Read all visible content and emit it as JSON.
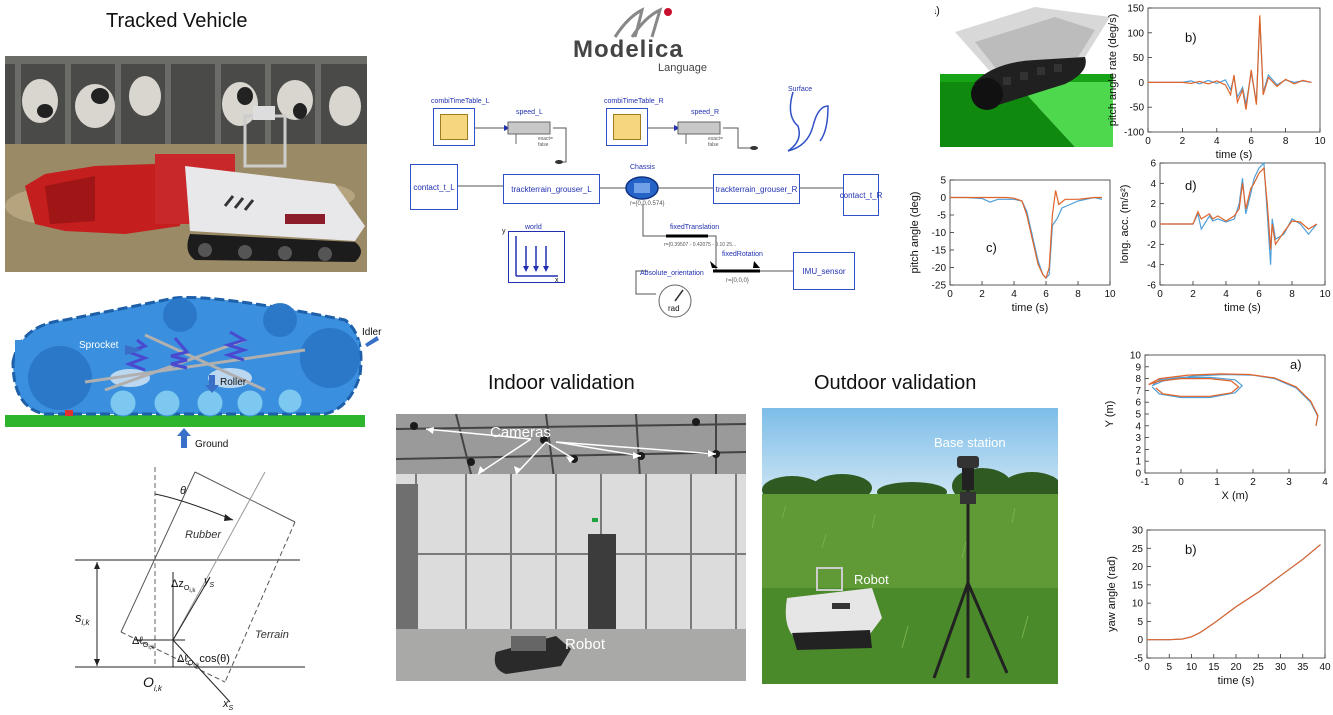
{
  "titles": {
    "tracked_vehicle": "Tracked Vehicle",
    "indoor": "Indoor validation",
    "outdoor": "Outdoor validation"
  },
  "modelica": {
    "logo_main": "Modelica",
    "logo_sub": "Language",
    "blocks": {
      "combi_l": "combiTimeTable_L",
      "combi_r": "combiTimeTable_R",
      "speed_l": "speed_L",
      "speed_r": "speed_R",
      "surface": "Surface",
      "contact_l": "contact_t_L",
      "contact_r": "contact_t_R",
      "grouser_l": "trackterrain_grouser_L",
      "grouser_r": "trackterrain_grouser_R",
      "chassis": "Chassis",
      "chassis_r": "r={0,0,0.574}",
      "world": "world",
      "world_y": "y",
      "world_x": "x",
      "fixed_translation": "fixedTranslation",
      "fixed_translation_r": "r={0.39507 - 0.42075 - 0.10 25...",
      "fixed_rotation": "fixedRotation",
      "fixed_rotation_r": "r={0,0,0}",
      "abs_orientation": "Absolute_orientation",
      "rad": "rad",
      "imu": "IMU_sensor",
      "exact_false": "exact= false"
    }
  },
  "track_diagram": {
    "sprocket": "Sprocket",
    "idler": "Idler",
    "roller": "Roller",
    "ground": "Ground"
  },
  "grouser_diagram": {
    "theta": "θ",
    "rubber": "Rubber",
    "terrain": "Terrain",
    "s_ik": "s",
    "s_sub": "i,k",
    "delta_z": "Δz",
    "delta_l": "Δℓ",
    "delta_l_cos": "Δℓ",
    "cos_theta": "cos(θ)",
    "y_s": "y",
    "x_s": "x",
    "o_ik": "O",
    "o_sub": "i,k",
    "sub_s": "S",
    "sub_o": "O",
    "sub_ik": "i,k"
  },
  "indoor_labels": {
    "cameras": "Cameras",
    "robot": "Robot"
  },
  "outdoor_labels": {
    "base_station": "Base station",
    "robot": "Robot"
  },
  "panel_labels": {
    "a1": "a)",
    "b1": "b)",
    "c1": "c)",
    "d1": "d)",
    "a2": "a)",
    "b2": "b)"
  },
  "colors": {
    "series_blue": "#4f9fd8",
    "series_orange": "#e0642a",
    "modelica_blue": "#2030b0",
    "ground_green": "#2db52d"
  },
  "chart_data": [
    {
      "id": "pitch-rate",
      "type": "line",
      "xlabel": "time (s)",
      "ylabel": "pitch angle rate (deg/s)",
      "xlim": [
        0,
        10
      ],
      "ylim": [
        -100,
        150
      ],
      "xticks": [
        0,
        2,
        4,
        6,
        8,
        10
      ],
      "yticks": [
        -100,
        -50,
        0,
        50,
        100,
        150
      ],
      "series": [
        {
          "color": "#4f9fd8",
          "x": [
            0,
            1,
            2,
            2.5,
            3,
            3.5,
            4,
            4.5,
            4.8,
            5.0,
            5.2,
            5.5,
            5.7,
            6.0,
            6.3,
            6.5,
            6.7,
            7.0,
            7.5,
            8,
            8.5,
            9,
            9.5
          ],
          "y": [
            0,
            0,
            0,
            3,
            -3,
            4,
            -2,
            5,
            -15,
            10,
            -30,
            -10,
            -45,
            20,
            -40,
            130,
            -20,
            15,
            -5,
            5,
            0,
            3,
            0
          ]
        },
        {
          "color": "#e0642a",
          "x": [
            0,
            1,
            2,
            2.5,
            3,
            3.5,
            4,
            4.5,
            4.8,
            5.0,
            5.2,
            5.5,
            5.7,
            6.0,
            6.3,
            6.5,
            6.7,
            7.0,
            7.5,
            8,
            8.5,
            9,
            9.5
          ],
          "y": [
            0,
            0,
            0,
            -2,
            2,
            -3,
            3,
            -5,
            -25,
            15,
            -40,
            -15,
            -55,
            25,
            -45,
            135,
            -25,
            10,
            -8,
            6,
            -3,
            4,
            0
          ]
        }
      ]
    },
    {
      "id": "pitch-angle",
      "type": "line",
      "xlabel": "time (s)",
      "ylabel": "pitch angle (deg)",
      "xlim": [
        0,
        10
      ],
      "ylim": [
        -25,
        5
      ],
      "xticks": [
        0,
        2,
        4,
        6,
        8,
        10
      ],
      "yticks": [
        -25,
        -20,
        -15,
        -10,
        -5,
        0,
        5
      ],
      "series": [
        {
          "color": "#4f9fd8",
          "x": [
            0,
            1,
            2,
            2.5,
            3,
            3.5,
            4,
            4.5,
            4.8,
            5.2,
            5.5,
            5.8,
            6.0,
            6.2,
            6.4,
            6.7,
            7.0,
            7.5,
            8,
            9,
            9.5
          ],
          "y": [
            0,
            0,
            -0.3,
            -1.3,
            -0.5,
            -0.5,
            -0.5,
            -1,
            -4,
            -12,
            -18,
            -22,
            -23,
            -22,
            -8,
            -6,
            -3,
            -2,
            -1,
            0,
            -0.5
          ]
        },
        {
          "color": "#e0642a",
          "x": [
            0,
            1,
            2,
            2.5,
            3,
            3.5,
            4,
            4.5,
            4.8,
            5.2,
            5.5,
            5.8,
            6.0,
            6.2,
            6.4,
            6.6,
            6.8,
            7.2,
            8,
            9,
            9.5
          ],
          "y": [
            0,
            0,
            0,
            0,
            0,
            0,
            -0.2,
            -1,
            -5,
            -13,
            -19,
            -22,
            -23,
            -20,
            -5,
            2,
            -2,
            -0.5,
            -0.5,
            0,
            0
          ]
        }
      ]
    },
    {
      "id": "long-acc",
      "type": "line",
      "xlabel": "time (s)",
      "ylabel": "long. acc. (m/s²)",
      "xlim": [
        0,
        10
      ],
      "ylim": [
        -6,
        6
      ],
      "xticks": [
        0,
        2,
        4,
        6,
        8,
        10
      ],
      "yticks": [
        -6,
        -4,
        -2,
        0,
        2,
        4,
        6
      ],
      "series": [
        {
          "color": "#4f9fd8",
          "x": [
            0,
            2,
            2.3,
            2.5,
            3.0,
            3.2,
            3.5,
            4.0,
            4.5,
            4.8,
            5.0,
            5.2,
            5.5,
            5.7,
            6.0,
            6.3,
            6.5,
            6.7,
            6.8,
            7.0,
            7.5,
            8,
            8.5,
            9,
            9.5
          ],
          "y": [
            0,
            0,
            1,
            -0.5,
            0.8,
            0.3,
            0.5,
            0.2,
            0.5,
            2,
            4.5,
            1,
            3,
            4.5,
            5.5,
            6,
            1,
            -4,
            0.5,
            -1.5,
            -1,
            0.5,
            0,
            -1,
            0
          ]
        },
        {
          "color": "#e0642a",
          "x": [
            0,
            2,
            2.3,
            2.5,
            3.0,
            3.2,
            3.5,
            4.0,
            4.5,
            4.8,
            5.0,
            5.2,
            5.5,
            5.7,
            6.0,
            6.3,
            6.5,
            6.7,
            6.8,
            7.0,
            7.5,
            8,
            8.5,
            9,
            9.5
          ],
          "y": [
            0,
            0,
            1.2,
            0.5,
            1.0,
            0.5,
            0.8,
            0.3,
            0.8,
            1.5,
            4,
            1.5,
            3.5,
            4,
            5,
            5.5,
            2,
            -2.5,
            0,
            -2,
            -0.8,
            0.3,
            0.2,
            -0.5,
            0
          ]
        }
      ]
    },
    {
      "id": "trajectory",
      "type": "line",
      "xlabel": "X (m)",
      "ylabel": "Y (m)",
      "xlim": [
        -1,
        4
      ],
      "ylim": [
        0,
        10
      ],
      "xticks": [
        -1,
        0,
        1,
        2,
        3,
        4
      ],
      "yticks": [
        0,
        1,
        2,
        3,
        4,
        5,
        6,
        7,
        8,
        9,
        10
      ],
      "series": [
        {
          "color": "#4f9fd8",
          "x": [
            -0.8,
            -0.6,
            0,
            0.8,
            1.5,
            1.7,
            1.5,
            0.8,
            0,
            -0.6,
            -0.8,
            -0.5,
            0.3,
            1.2,
            2.0,
            2.6,
            3.2,
            3.6,
            3.8,
            3.75
          ],
          "y": [
            7.3,
            6.7,
            6.4,
            6.4,
            6.8,
            7.4,
            7.9,
            8.1,
            8.1,
            7.9,
            7.4,
            7.8,
            8.2,
            8.35,
            8.3,
            8.0,
            7.2,
            6.0,
            4.8,
            4.0
          ]
        },
        {
          "color": "#e0642a",
          "x": [
            -0.7,
            -0.5,
            0,
            0.8,
            1.4,
            1.6,
            1.4,
            0.8,
            0,
            -0.6,
            -0.9,
            -0.6,
            0.2,
            1.1,
            1.9,
            2.6,
            3.2,
            3.6,
            3.8,
            3.75
          ],
          "y": [
            7.2,
            6.7,
            6.5,
            6.5,
            6.8,
            7.3,
            7.8,
            8.0,
            8.0,
            7.8,
            7.5,
            8.0,
            8.3,
            8.4,
            8.35,
            8.05,
            7.3,
            6.1,
            4.9,
            4.0
          ]
        }
      ]
    },
    {
      "id": "yaw-angle",
      "type": "line",
      "xlabel": "time (s)",
      "ylabel": "yaw angle (rad)",
      "xlim": [
        0,
        40
      ],
      "ylim": [
        -5,
        30
      ],
      "xticks": [
        0,
        5,
        10,
        15,
        20,
        25,
        30,
        35,
        40
      ],
      "yticks": [
        -5,
        0,
        5,
        10,
        15,
        20,
        25,
        30
      ],
      "series": [
        {
          "color": "#4f9fd8",
          "x": [
            0,
            5,
            8,
            10,
            12,
            15,
            20,
            25,
            30,
            35,
            39
          ],
          "y": [
            0,
            0,
            0.2,
            0.8,
            2,
            4.5,
            9,
            13,
            17.5,
            22,
            26
          ]
        },
        {
          "color": "#e0642a",
          "x": [
            0,
            5,
            8,
            10,
            12,
            15,
            20,
            25,
            30,
            35,
            39
          ],
          "y": [
            0,
            0,
            0.2,
            0.8,
            2,
            4.5,
            9,
            13,
            17.5,
            22,
            26
          ]
        }
      ]
    }
  ]
}
